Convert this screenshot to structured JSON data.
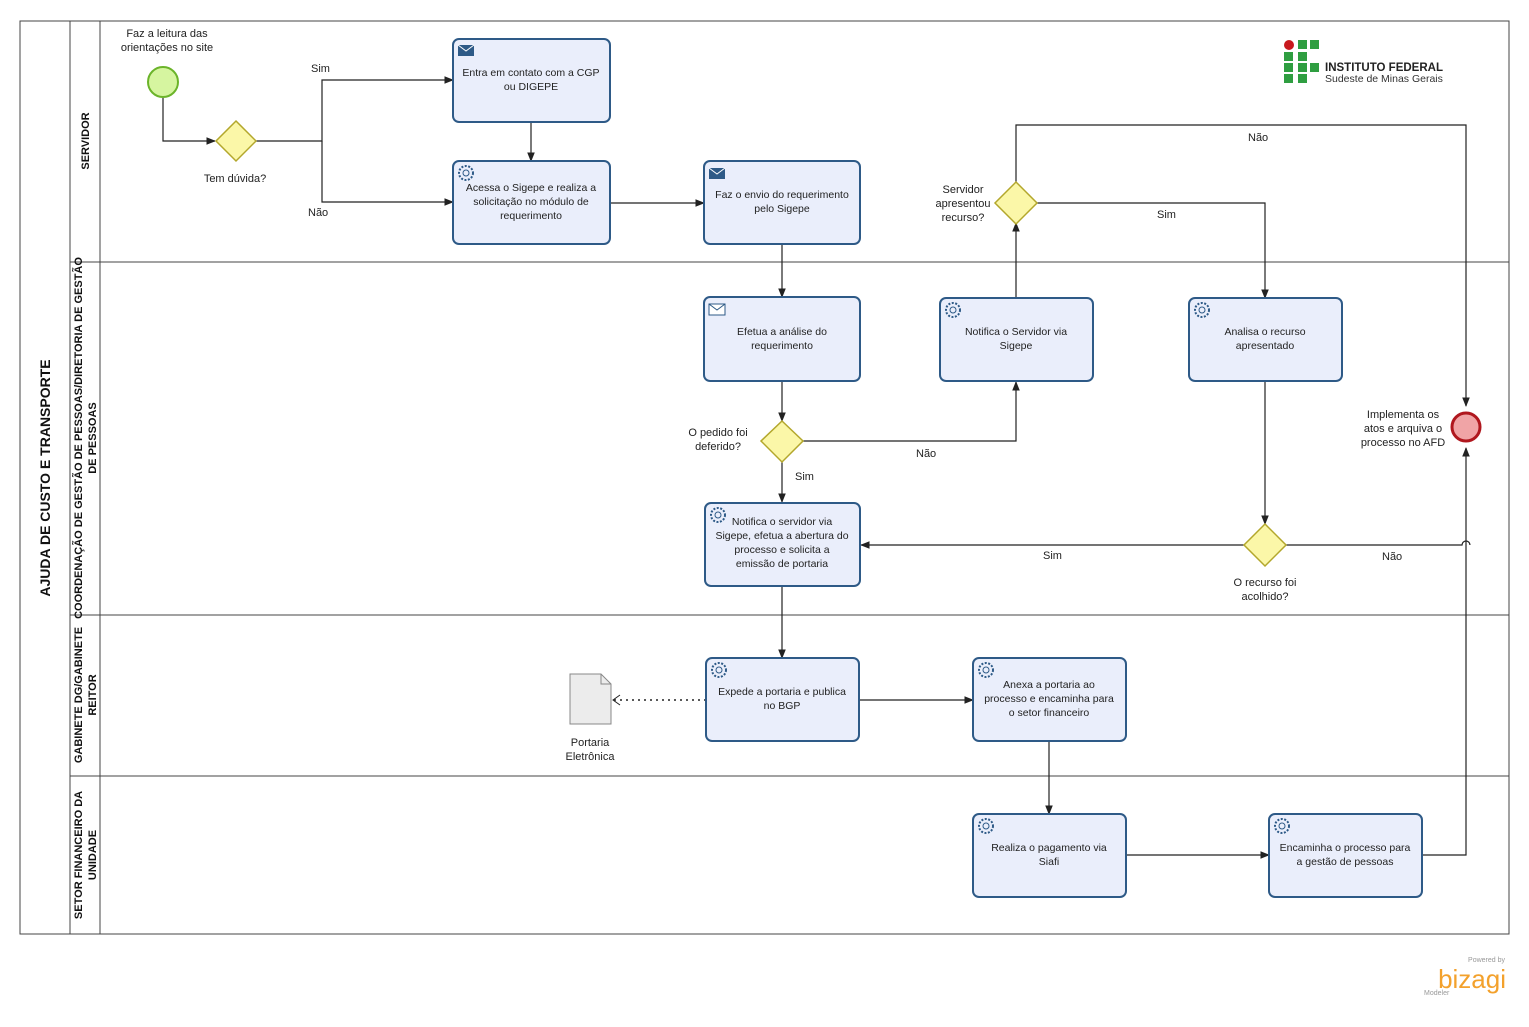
{
  "pool": {
    "title": "AJUDA DE CUSTO E TRANSPORTE"
  },
  "lanes": {
    "servidor": "SERVIDOR",
    "coordenacao_1": "COORDENAÇÃO DE GESTÃO DE PESSOAS/DIRETORIA DE GESTÃO",
    "coordenacao_2": "DE PESSOAS",
    "gabinete_1": "GABINETE DG/GABINETE",
    "gabinete_2": "REITOR",
    "financeiro_1": "SETOR FINANCEIRO DA",
    "financeiro_2": "UNIDADE"
  },
  "logo": {
    "title": "INSTITUTO FEDERAL",
    "subtitle": "Sudeste de Minas Gerais",
    "colors": {
      "green": "#2f9e41",
      "red": "#c8191e"
    }
  },
  "events": {
    "start_1": "Faz a leitura das",
    "start_2": "orientações no site",
    "end_1": "Implementa os",
    "end_2": "atos e arquiva o",
    "end_3": "processo no AFD"
  },
  "gateways": {
    "duvida": "Tem dúvida?",
    "recurso_1": "Servidor",
    "recurso_2": "apresentou",
    "recurso_3": "recurso?",
    "deferido_1": "O pedido foi",
    "deferido_2": "deferido?",
    "acolhido_1": "O recurso foi",
    "acolhido_2": "acolhido?"
  },
  "flow_labels": {
    "sim": "Sim",
    "nao": "Não"
  },
  "tasks": {
    "contato": [
      "Entra em contato com a CGP",
      "ou DIGEPE"
    ],
    "acessa": [
      "Acessa o Sigepe e realiza a",
      "solicitação no módulo de",
      "requerimento"
    ],
    "envio": [
      "Faz o envio do requerimento",
      "pelo Sigepe"
    ],
    "analise": [
      "Efetua a análise do",
      "requerimento"
    ],
    "notifica_servidor": [
      "Notifica o Servidor via",
      "Sigepe"
    ],
    "analisa_recurso": [
      "Analisa o recurso",
      "apresentado"
    ],
    "notifica_abertura": [
      "Notifica  o servidor via",
      "Sigepe, efetua a abertura do",
      "processo e solicita a",
      "emissão de portaria"
    ],
    "expede": [
      "Expede a portaria e publica",
      "no BGP"
    ],
    "anexa": [
      "Anexa a portaria ao",
      "processo e encaminha para",
      "o setor financeiro"
    ],
    "pagamento": [
      "Realiza o pagamento via",
      "Siafi"
    ],
    "encaminha": [
      "Encaminha o processo para",
      "a gestão de pessoas"
    ]
  },
  "artifact": {
    "line1": "Portaria",
    "line2": "Eletrônica"
  },
  "watermark": {
    "powered": "Powered by",
    "brand": "bizagi",
    "product": "Modeler"
  },
  "colors": {
    "task_fill": "#eaeefb",
    "task_border": "#2e5a87",
    "gateway_fill": "#fbf7a8",
    "start_fill": "#d6f5a0",
    "start_border": "#6bb42a",
    "end_fill": "#f0a4a6",
    "end_border": "#b0171e"
  }
}
